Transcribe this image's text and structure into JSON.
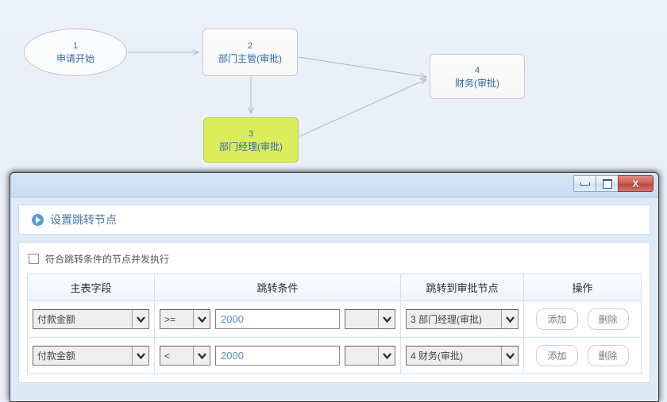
{
  "flowchart": {
    "nodes": [
      {
        "num": "1",
        "label": "申请开始",
        "shape": "ellipse",
        "state": "normal"
      },
      {
        "num": "2",
        "label": "部门主管(审批)",
        "shape": "box",
        "state": "normal"
      },
      {
        "num": "3",
        "label": "部门经理(审批)",
        "shape": "box",
        "state": "selected"
      },
      {
        "num": "4",
        "label": "财务(审批)",
        "shape": "box",
        "state": "normal"
      }
    ],
    "edges": [
      {
        "from": "1",
        "to": "2"
      },
      {
        "from": "2",
        "to": "3"
      },
      {
        "from": "2",
        "to": "4"
      },
      {
        "from": "3",
        "to": "4"
      }
    ],
    "colors": {
      "node_text": "#2f6ca8",
      "selected_fill": "#dced5c",
      "canvas_bg": "#eaf1f9",
      "edge": "#b4b9be"
    }
  },
  "dialog": {
    "title": "",
    "window_buttons": {
      "minimize": "minimize-icon",
      "maximize": "maximize-icon",
      "close": "X"
    },
    "section": {
      "icon": "arrow-right-circle-icon",
      "title": "设置跳转节点"
    },
    "concurrent_checkbox": {
      "label": "符合跳转条件的节点并发执行",
      "checked": false
    },
    "table": {
      "headers": [
        "主表字段",
        "跳转条件",
        "跳转到审批节点",
        "操作"
      ],
      "rows": [
        {
          "field": "付款金额",
          "operator": ">=",
          "value": "2000",
          "logic": "",
          "target_node": "3 部门经理(审批)",
          "add_label": "添加",
          "delete_label": "删除"
        },
        {
          "field": "付款金额",
          "operator": "<",
          "value": "2000",
          "logic": "",
          "target_node": "4 财务(审批)",
          "add_label": "添加",
          "delete_label": "删除"
        }
      ]
    }
  }
}
